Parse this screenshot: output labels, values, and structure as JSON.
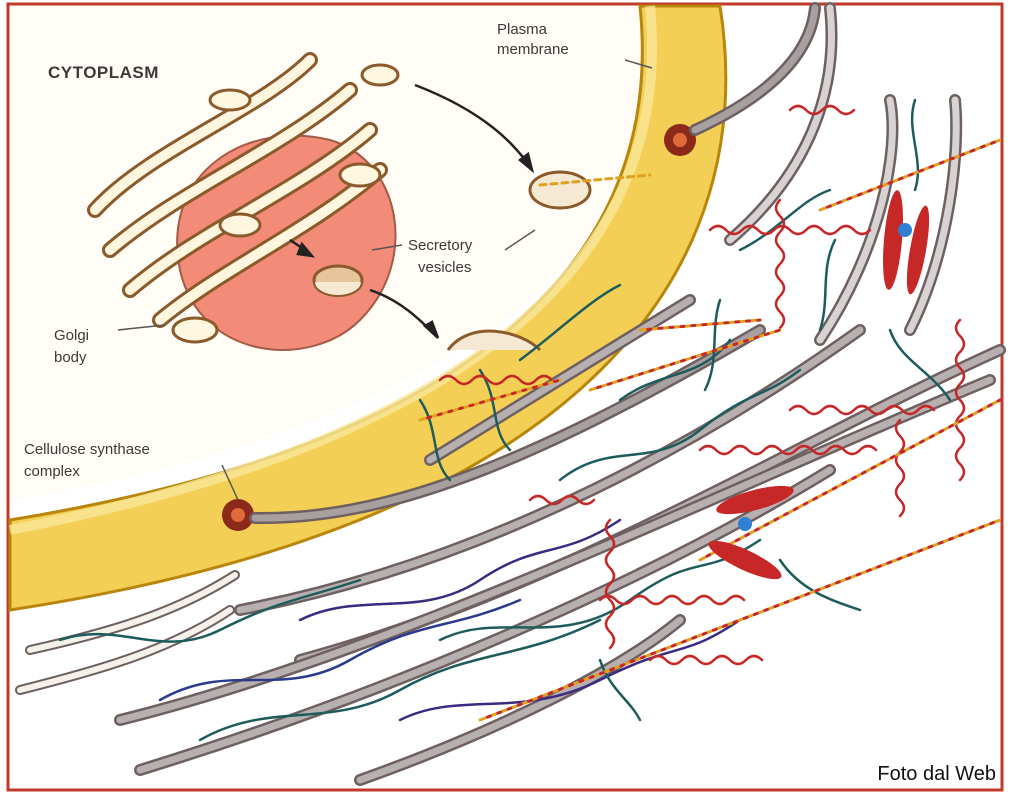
{
  "labels": {
    "cytoplasm": "CYTOPLASM",
    "plasma_membrane_1": "Plasma",
    "plasma_membrane_2": "membrane",
    "secretory_1": "Secretory",
    "secretory_2": "vesicles",
    "golgi_1": "Golgi",
    "golgi_2": "body",
    "cellulose_1": "Cellulose synthase",
    "cellulose_2": "complex"
  },
  "credit": "Foto dal Web",
  "colors": {
    "frame": "#c0392b",
    "membrane": "#f2c744",
    "membrane_edge": "#b8860b",
    "golgi": "#f08d7c",
    "microfibril": "#8f8a8a",
    "pectin": "#c62828",
    "hemicellulose": "#1e5c5c",
    "crosslink": "#e0a020"
  }
}
